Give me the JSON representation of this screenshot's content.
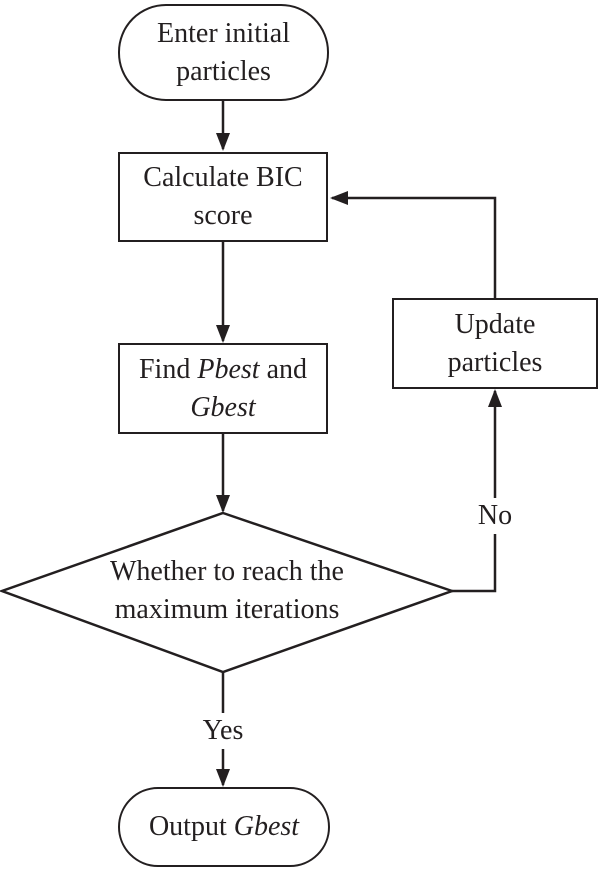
{
  "flowchart": {
    "nodes": {
      "enter": {
        "type": "terminator",
        "line1": "Enter initial",
        "line2": "particles"
      },
      "calculate": {
        "type": "process",
        "line1": "Calculate BIC",
        "line2": "score"
      },
      "find": {
        "type": "process",
        "t_prefix": "Find ",
        "t_pbest": "Pbest",
        "t_and": " and",
        "t_gbest": "Gbest"
      },
      "decision": {
        "type": "decision",
        "line1": "Whether to reach the",
        "line2": "maximum iterations"
      },
      "update": {
        "type": "process",
        "line1": "Update",
        "line2": "particles"
      },
      "output": {
        "type": "terminator",
        "t_prefix": "Output ",
        "t_gbest": "Gbest"
      }
    },
    "edge_labels": {
      "yes": "Yes",
      "no": "No"
    },
    "colors": {
      "ink": "#231f20",
      "background": "#ffffff"
    }
  }
}
